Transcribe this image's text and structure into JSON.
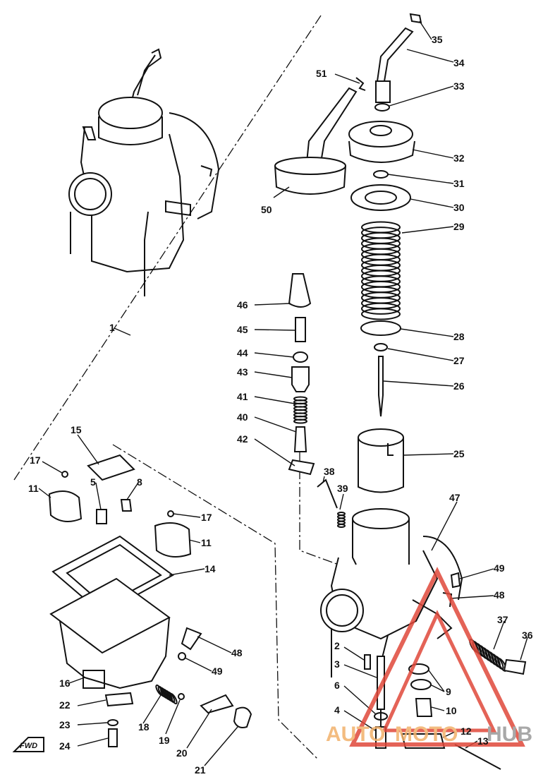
{
  "labels": {
    "l1": "1",
    "l2": "2",
    "l3": "3",
    "l4": "4",
    "l5": "5",
    "l6": "6",
    "l8": "8",
    "l9": "9",
    "l10": "10",
    "l11a": "11",
    "l11b": "11",
    "l12": "12",
    "l13": "13",
    "l14": "14",
    "l15": "15",
    "l16": "16",
    "l17a": "17",
    "l17b": "17",
    "l18": "18",
    "l19": "19",
    "l20": "20",
    "l21": "21",
    "l22": "22",
    "l23": "23",
    "l24": "24",
    "l25": "25",
    "l26": "26",
    "l27": "27",
    "l28": "28",
    "l29": "29",
    "l30": "30",
    "l31": "31",
    "l32": "32",
    "l33": "33",
    "l34": "34",
    "l35": "35",
    "l36": "36",
    "l37": "37",
    "l38": "38",
    "l39": "39",
    "l40": "40",
    "l41": "41",
    "l42": "42",
    "l43": "43",
    "l44": "44",
    "l45": "45",
    "l46": "46",
    "l47": "47",
    "l48a": "48",
    "l48b": "48",
    "l49a": "49",
    "l49b": "49",
    "l50": "50",
    "l51": "51"
  },
  "fwd_label": "FWD",
  "watermark": {
    "part1": "AUTO",
    "part2": "MOTO",
    "part3": "HUB",
    "accent": "#e0483a",
    "orange": "#f2b16b",
    "gray": "#9a9a9a"
  }
}
